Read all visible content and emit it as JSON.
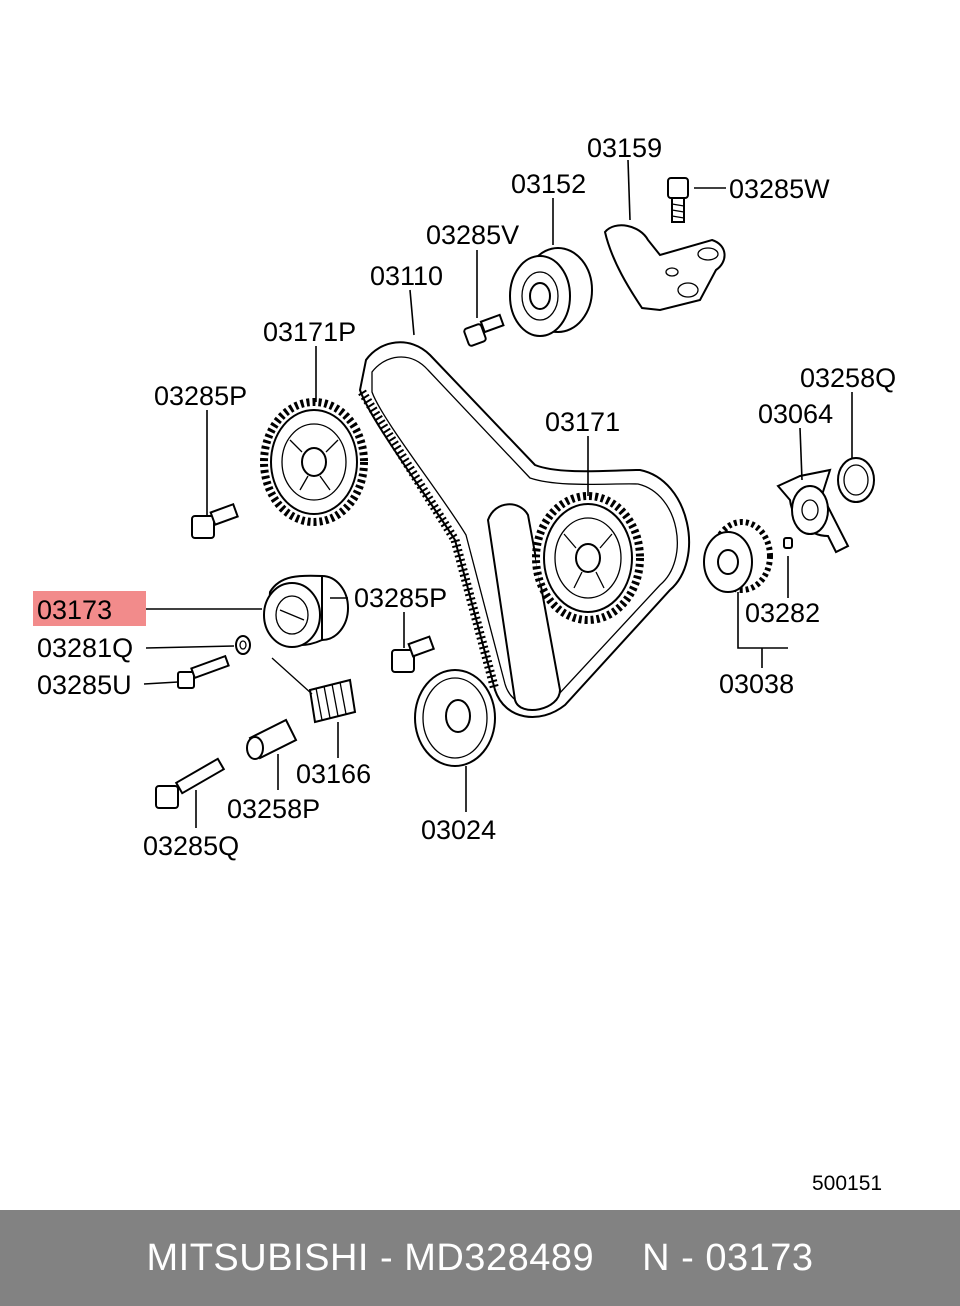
{
  "labels": {
    "p03159": "03159",
    "p03152": "03152",
    "p03285W": "03285W",
    "p03285V": "03285V",
    "p03110": "03110",
    "p03171P": "03171P",
    "p03258Q": "03258Q",
    "p03064": "03064",
    "p03285P_top": "03285P",
    "p03171": "03171",
    "p03173": "03173",
    "p03285P_mid": "03285P",
    "p03281Q": "03281Q",
    "p03282": "03282",
    "p03285U": "03285U",
    "p03038": "03038",
    "p03166": "03166",
    "p03258P": "03258P",
    "p03024": "03024",
    "p03285Q": "03285Q"
  },
  "highlight": {
    "part": "03173",
    "color": "#f28b8b"
  },
  "diagram_code": "500151",
  "footer": {
    "brand_part": "MITSUBISHI - MD328489",
    "ref": "N - 03173",
    "background": "#828282"
  }
}
